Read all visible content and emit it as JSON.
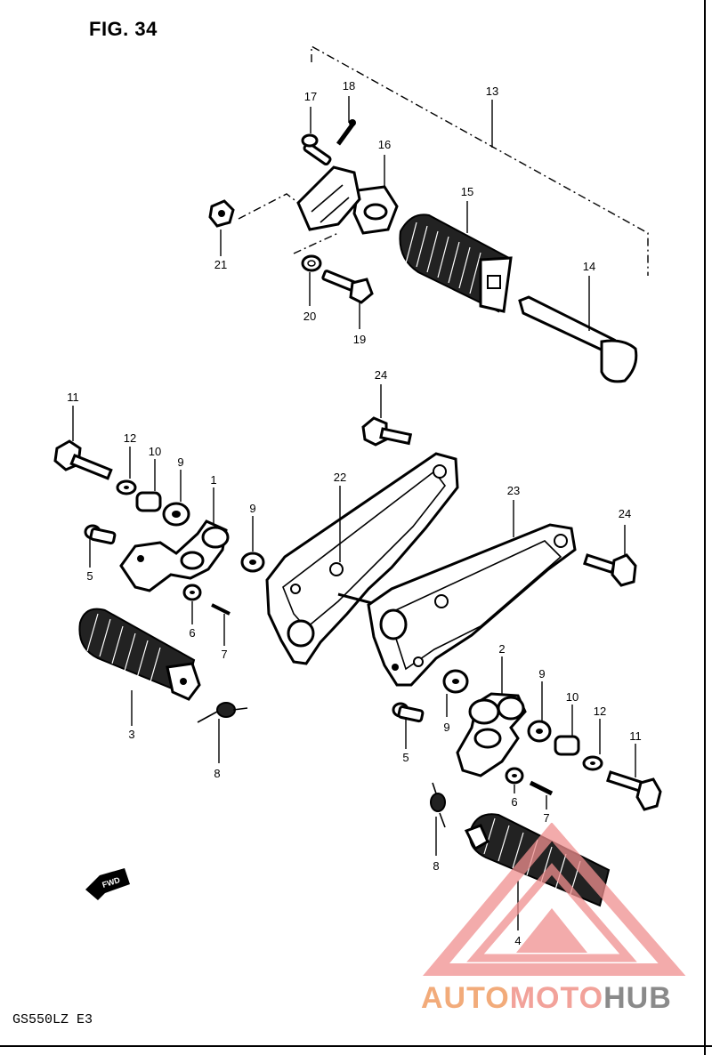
{
  "figure": {
    "title": "FIG. 34",
    "model": "GS550LZ  E3",
    "direction_tag": "FWD"
  },
  "watermark": {
    "part1": "AUTO",
    "part2": "MOTO",
    "part3": "HUB",
    "color_primary": "#f08f8f",
    "color_accent": "#f2ab7a",
    "color_dark": "#8a8a8a"
  },
  "callouts": {
    "c1": "1",
    "c2": "2",
    "c3": "3",
    "c4": "4",
    "c5a": "5",
    "c5b": "5",
    "c6a": "6",
    "c6b": "6",
    "c7a": "7",
    "c7b": "7",
    "c8a": "8",
    "c8b": "8",
    "c9a": "9",
    "c9b": "9",
    "c9c": "9",
    "c9d": "9",
    "c10a": "10",
    "c10b": "10",
    "c11a": "11",
    "c11b": "11",
    "c12a": "12",
    "c12b": "12",
    "c13": "13",
    "c14": "14",
    "c15": "15",
    "c16": "16",
    "c17": "17",
    "c18": "18",
    "c19": "19",
    "c20": "20",
    "c21": "21",
    "c22": "22",
    "c23": "23",
    "c24a": "24",
    "c24b": "24"
  }
}
